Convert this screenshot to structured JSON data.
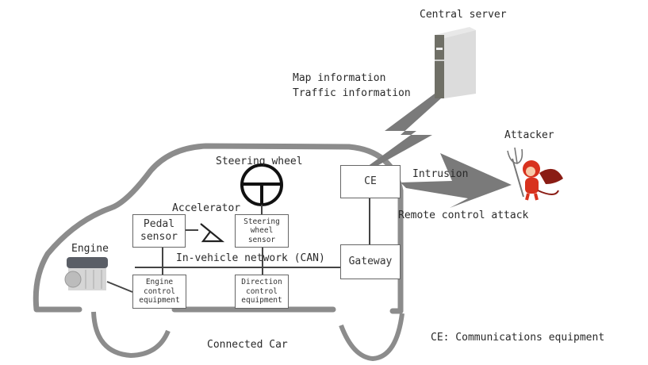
{
  "diagram": {
    "title": "Connected Car",
    "legend": "CE: Communications equipment",
    "colors": {
      "outline": "#8c8c8c",
      "bolt": "#7a7a7a",
      "line": "#444444",
      "box_border": "#666666",
      "server_dark": "#6f6f66",
      "server_light": "#dcdcdc",
      "devil": "#d8321e"
    },
    "external": {
      "server_label": "Central server",
      "server_icon": "server-tower-icon",
      "info_lines": [
        "Map information",
        "Traffic information"
      ],
      "attacker_label": "Attacker",
      "attacker_icon": "devil-with-trident-icon",
      "intrusion_label": "Intrusion",
      "remote_attack_label": "Remote control attack"
    },
    "nodes": {
      "ce": "CE",
      "gateway": "Gateway",
      "pedal_sensor": "Pedal\nsensor",
      "steering_sensor": "Steering\nwheel\nsensor",
      "engine_control": "Engine\ncontrol\nequipment",
      "direction_control": "Direction\ncontrol\nequipment"
    },
    "labels": {
      "steering_wheel": "Steering wheel",
      "accelerator": "Accelerator",
      "engine": "Engine",
      "network": "In-vehicle network (CAN)"
    },
    "icons": {
      "steering_wheel": "steering-wheel-icon",
      "accelerator": "accelerator-pedal-icon",
      "engine": "engine-block-icon",
      "bolt": "lightning-bolt-icon"
    }
  }
}
